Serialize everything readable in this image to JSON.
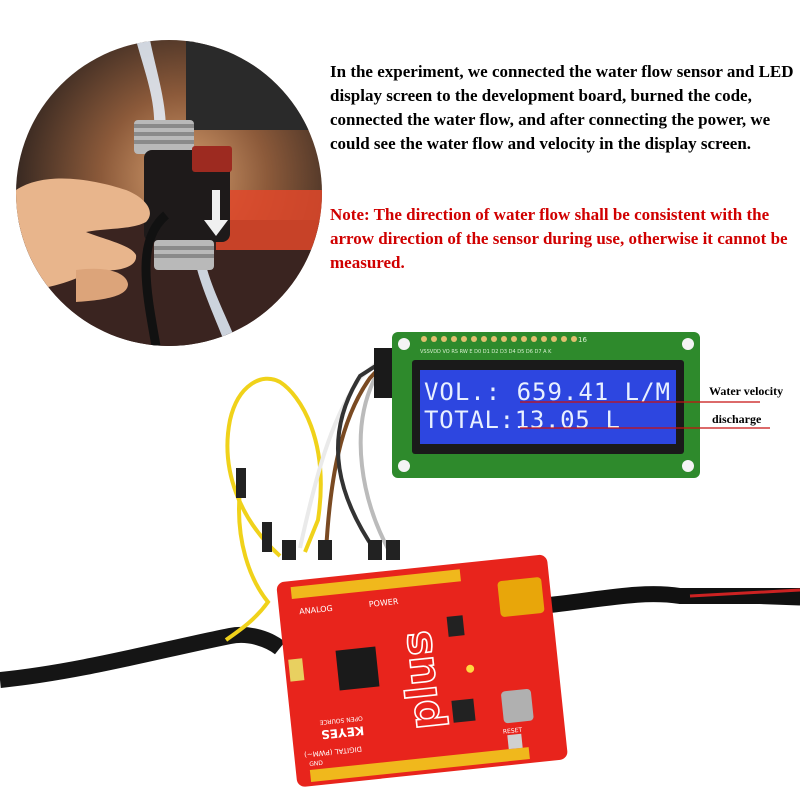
{
  "intro_text": "In the experiment, we connected the water flow sensor and LED display screen to the development board, burned the code, connected the water flow, and after connecting the power, we could see the water flow and velocity in the display screen.",
  "note_text": "Note: The direction of water flow shall be consistent with the arrow direction of the sensor during use, otherwise it cannot be measured.",
  "lcd": {
    "line1": "VOL.: 659.41 L/M",
    "line2": "TOTAL:13.05 L",
    "pin_labels": "VSSVDD VO RS RW E D0 D1 D2 D3 D4 D5 D6 D7 A K",
    "pin_number": "16"
  },
  "callouts": {
    "velocity": "Water velocity",
    "discharge": "discharge"
  },
  "board": {
    "logo": "plus",
    "brand": "KEYES",
    "brand_sub": "OPEN SOURCE",
    "label_analog": "ANALOG",
    "label_power": "POWER",
    "label_digital": "DIGITAL (PWM~)",
    "label_gnd": "GND",
    "label_reset": "RESET"
  },
  "colors": {
    "board_red": "#e8241c",
    "lcd_blue": "#2d46e0",
    "lcd_pcb_green": "#2e8a2c",
    "note_red": "#d00000"
  }
}
